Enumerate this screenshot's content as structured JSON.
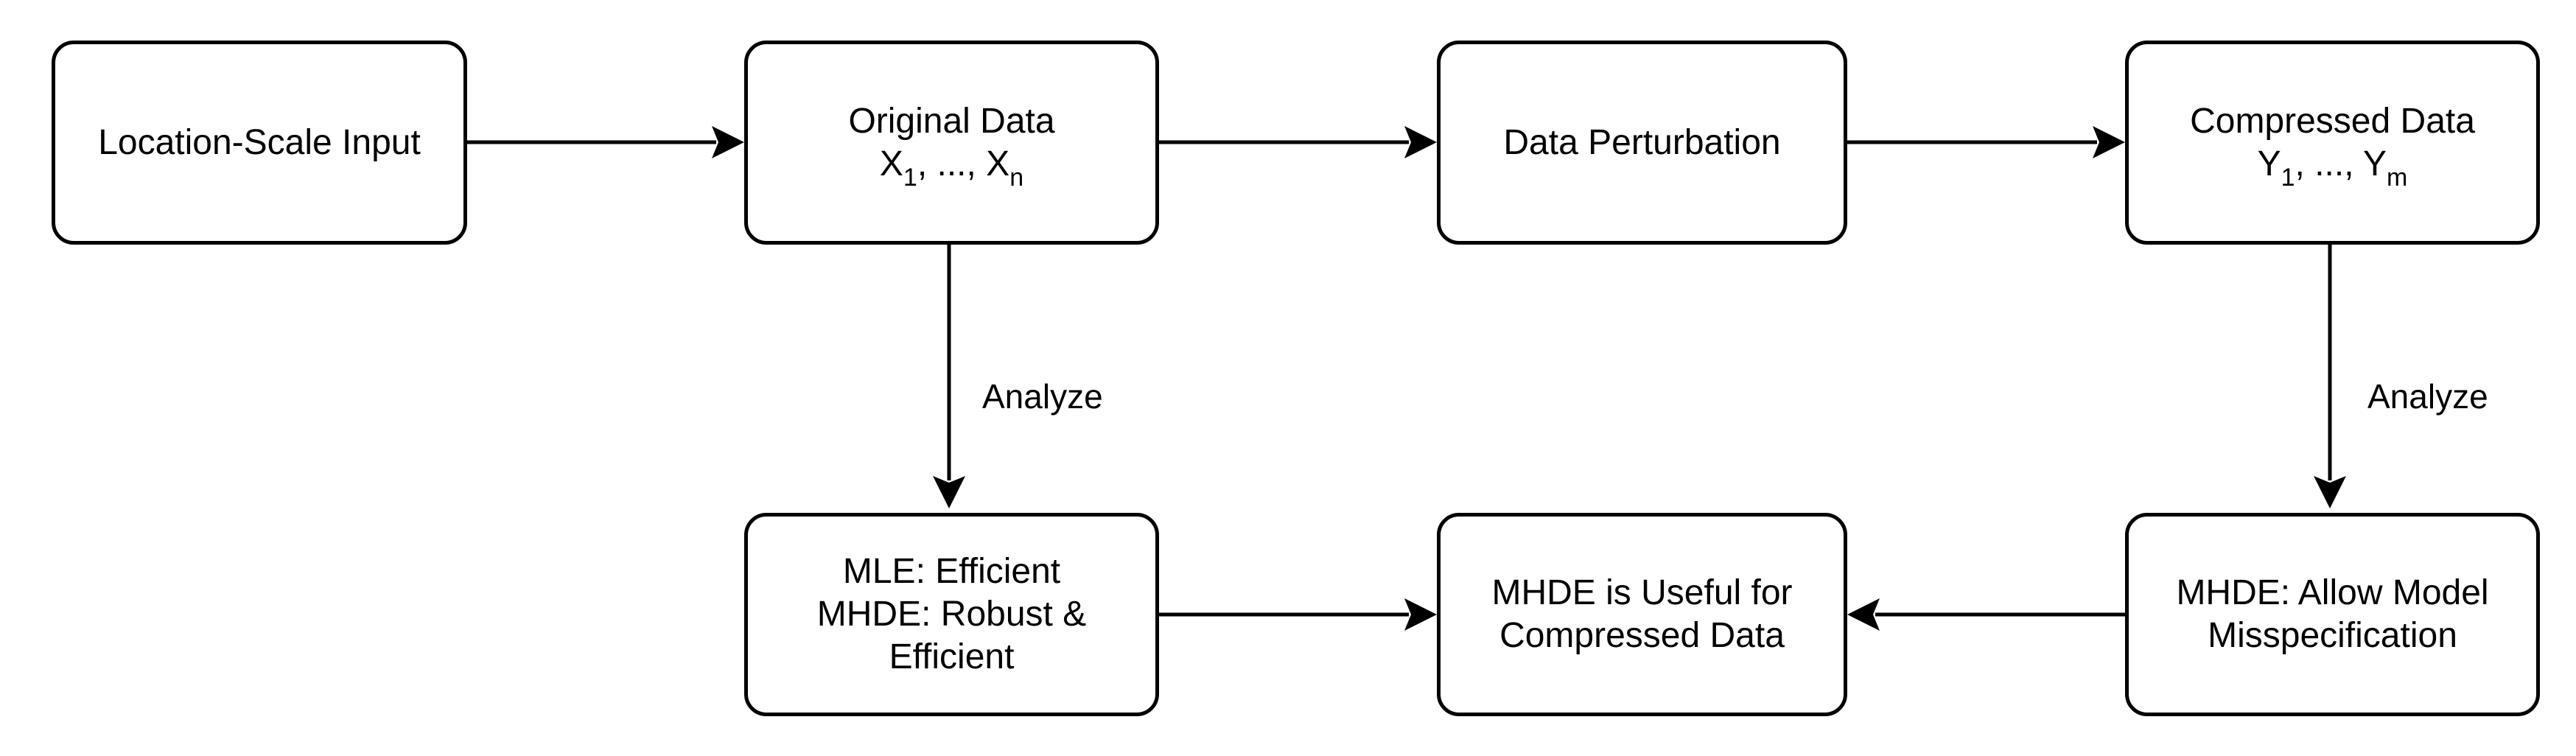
{
  "nodes": {
    "location_scale_input": {
      "label": "Location-Scale Input"
    },
    "original_data": {
      "line1": "Original Data",
      "x_base_1": "X",
      "x_sub_1": "1",
      "sep": ", ..., ",
      "x_base_2": "X",
      "x_sub_2": "n"
    },
    "data_perturbation": {
      "label": "Data Perturbation"
    },
    "compressed_data": {
      "line1": "Compressed Data",
      "y_base_1": "Y",
      "y_sub_1": "1",
      "sep": ", ..., ",
      "y_base_2": "Y",
      "y_sub_2": "m"
    },
    "mle_mhde": {
      "line1": "MLE: Efficient",
      "line2": "MHDE: Robust &",
      "line3": "Efficient"
    },
    "mhde_useful": {
      "line1": "MHDE is Useful for",
      "line2": "Compressed Data"
    },
    "mhde_misspec": {
      "line1": "MHDE:  Allow Model",
      "line2": "Misspecification"
    }
  },
  "edge_labels": {
    "analyze_left": "Analyze",
    "analyze_right": "Analyze"
  },
  "colors": {
    "stroke": "#000000",
    "fill": "#ffffff"
  }
}
